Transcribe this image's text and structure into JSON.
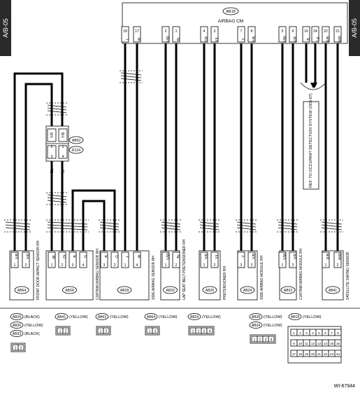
{
  "side_tabs": {
    "left": "A/B-05",
    "right": "A/B-05"
  },
  "top_module": {
    "code": "AB18",
    "name": "AIRBAG CM"
  },
  "top_pins": [
    {
      "wire": "L",
      "pin": "18"
    },
    {
      "wire": "W",
      "pin": "17"
    },
    {
      "wire": "V/W",
      "pin": "2"
    },
    {
      "wire": "Br",
      "pin": "1"
    },
    {
      "wire": "Y/R",
      "pin": "4"
    },
    {
      "wire": "Y/L",
      "pin": "3"
    },
    {
      "wire": "Y",
      "pin": "7"
    },
    {
      "wire": "Y/B",
      "pin": "8"
    },
    {
      "wire": "V/W",
      "pin": "5"
    },
    {
      "wire": "V/R",
      "pin": "6"
    },
    {
      "wire": "B",
      "pin": "16"
    },
    {
      "wire": "Lg",
      "pin": "24"
    },
    {
      "wire": "R/B",
      "pin": "22"
    },
    {
      "wire": "W/R",
      "pin": "21"
    }
  ],
  "junction": {
    "codes": [
      "AB63",
      "R124"
    ],
    "upper_wires": [
      "Y/R",
      "Y/B"
    ],
    "upper_pins": [
      "2",
      "1"
    ],
    "lower_pins": [
      "3",
      "4"
    ],
    "lower_wires": [
      "BL",
      "Or"
    ]
  },
  "reference_note": "REF. TO OCCUPANT DETECTION SYSTEM (OD5-07)",
  "components": [
    {
      "code": "AB64",
      "label": "FRONT DOOR IMPACT SENSOR RH",
      "pins": [
        "1",
        "2"
      ],
      "wires": [
        "Y/B",
        "Y/R"
      ]
    },
    {
      "code": "AB34",
      "label": "CURTAIN AIRBAG SENSOR RH",
      "pins": [
        "1",
        "2",
        "3",
        "4"
      ],
      "wires": [
        "BL",
        "Or",
        "B",
        "G"
      ]
    },
    {
      "code": "AB28",
      "label": "SIDE AIRBAG SENSOR RH",
      "pins": [
        "3",
        "2",
        "1",
        "4"
      ],
      "wires": [
        "B",
        "G",
        "L",
        "W"
      ]
    },
    {
      "code": "AB30",
      "label": "LAP SEAT BELT PRETENSIONER RH",
      "pins": [
        "1",
        "2"
      ],
      "wires": [
        "V/W",
        "Br"
      ]
    },
    {
      "code": "AB26",
      "label": "PRETENSIONER RH",
      "pins": [
        "1",
        "2"
      ],
      "wires": [
        "Y/R",
        "Y/L"
      ]
    },
    {
      "code": "AB24",
      "label": "SIDE AIRBAG MODULE RH",
      "pins": [
        "3",
        "2"
      ],
      "wires": [
        "Y",
        "Y/B"
      ]
    },
    {
      "code": "AB33",
      "label": "CURTAIN AIRBAG MODULE RH",
      "pins": [
        "1",
        "2"
      ],
      "wires": [
        "V/W",
        "V/R"
      ]
    },
    {
      "code": "AB41",
      "label": "SATELLITE SAFING SENSOR",
      "pins": [
        "1",
        "2"
      ],
      "wires": [
        "R/B",
        "W/R"
      ]
    }
  ],
  "legend": [
    {
      "codes": [
        "AB26",
        "AB30",
        "AB33"
      ],
      "colors": [
        "(BLACK)",
        "(YELLOW)",
        "(BLACK)"
      ],
      "pins": [
        "1",
        "2"
      ]
    },
    {
      "codes": [
        "AB41"
      ],
      "colors": [
        "(YELLOW)"
      ],
      "pins": [
        "1",
        "2"
      ]
    },
    {
      "codes": [
        "AB63"
      ],
      "colors": [
        "(YELLOW)"
      ],
      "pins": [
        "1",
        "2"
      ]
    },
    {
      "codes": [
        "AB64"
      ],
      "colors": [
        "(YELLOW)"
      ],
      "pins": [
        "1",
        "2"
      ]
    },
    {
      "codes": [
        "AB24"
      ],
      "colors": [
        "(YELLOW)"
      ],
      "pins": [
        "1",
        "2",
        "3",
        "4"
      ]
    },
    {
      "codes": [
        "AB28",
        "AB34"
      ],
      "colors": [
        "(YELLOW)",
        "(YELLOW)"
      ],
      "pins": [
        "1",
        "2",
        "3",
        "4"
      ]
    },
    {
      "codes": [
        "AB18"
      ],
      "colors": [
        "(YELLOW)"
      ],
      "pins": [
        "1",
        "2",
        "3",
        "4",
        "5",
        "6",
        "7",
        "8",
        "9",
        "10",
        "11",
        "12",
        "13",
        "14",
        "15",
        "16",
        "17",
        "18",
        "19",
        "20",
        "21",
        "22",
        "23",
        "24"
      ]
    }
  ],
  "figure_id": "WI-67944"
}
